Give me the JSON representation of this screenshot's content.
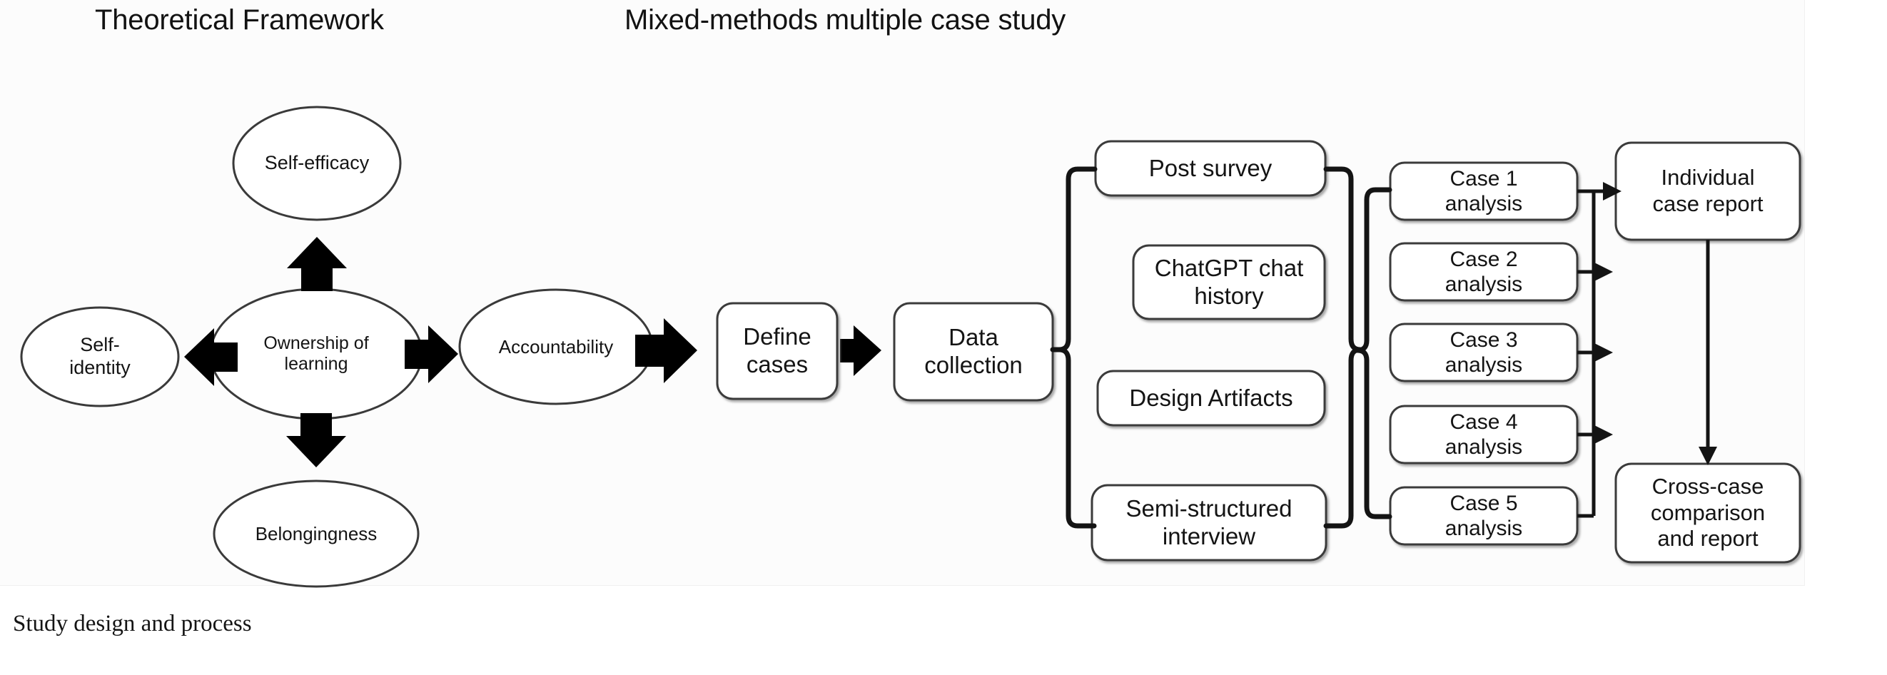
{
  "figure": {
    "caption": "Study design and process",
    "titles": {
      "left": "Theoretical Framework",
      "right": "Mixed-methods multiple case study"
    },
    "colors": {
      "background": "#ffffff",
      "stroke": "#3a3a3a",
      "arrow_fill": "#000000",
      "text": "#141414"
    }
  },
  "framework": {
    "ellipses": [
      {
        "id": "self-efficacy",
        "label": "Self-efficacy"
      },
      {
        "id": "self-identity",
        "label": "Self-\nidentity"
      },
      {
        "id": "ownership-of-learning",
        "label": "Ownership of\nlearning"
      },
      {
        "id": "belongingness",
        "label": "Belongingness"
      },
      {
        "id": "accountability",
        "label": "Accountability"
      }
    ],
    "arrows": [
      {
        "from": "ownership-of-learning",
        "to": "self-efficacy",
        "direction": "up"
      },
      {
        "from": "ownership-of-learning",
        "to": "self-identity",
        "direction": "left"
      },
      {
        "from": "ownership-of-learning",
        "to": "belongingness",
        "direction": "down"
      },
      {
        "from": "ownership-of-learning",
        "to": "accountability",
        "direction": "right"
      }
    ]
  },
  "process": {
    "steps": [
      {
        "id": "define-cases",
        "label": "Define\ncases"
      },
      {
        "id": "data-collection",
        "label": "Data\ncollection"
      }
    ],
    "arrows": [
      {
        "from": "accountability",
        "to": "define-cases",
        "direction": "right"
      },
      {
        "from": "define-cases",
        "to": "data-collection",
        "direction": "right"
      }
    ]
  },
  "data_sources": {
    "bracket": "curly-brace",
    "items": [
      {
        "id": "post-survey",
        "label": "Post survey"
      },
      {
        "id": "chatgpt-chat-history",
        "label": "ChatGPT chat\nhistory"
      },
      {
        "id": "design-artifacts",
        "label": "Design Artifacts"
      },
      {
        "id": "semi-structured-interview",
        "label": "Semi-structured\ninterview"
      }
    ]
  },
  "case_analyses": {
    "bracket": "curly-brace",
    "items": [
      {
        "id": "case-1-analysis",
        "label": "Case 1\nanalysis"
      },
      {
        "id": "case-2-analysis",
        "label": "Case 2\nanalysis"
      },
      {
        "id": "case-3-analysis",
        "label": "Case 3\nanalysis"
      },
      {
        "id": "case-4-analysis",
        "label": "Case 4\nanalysis"
      },
      {
        "id": "case-5-analysis",
        "label": "Case 5\nanalysis"
      }
    ]
  },
  "reports": {
    "items": [
      {
        "id": "individual-case-report",
        "label": "Individual\ncase report"
      },
      {
        "id": "cross-case-comparison-and-report",
        "label": "Cross-case\ncomparison\nand report"
      }
    ],
    "arrows": [
      {
        "from": "case-analyses",
        "to": "individual-case-report",
        "direction": "right"
      },
      {
        "from": "individual-case-report",
        "to": "cross-case-comparison-and-report",
        "direction": "down"
      }
    ]
  }
}
